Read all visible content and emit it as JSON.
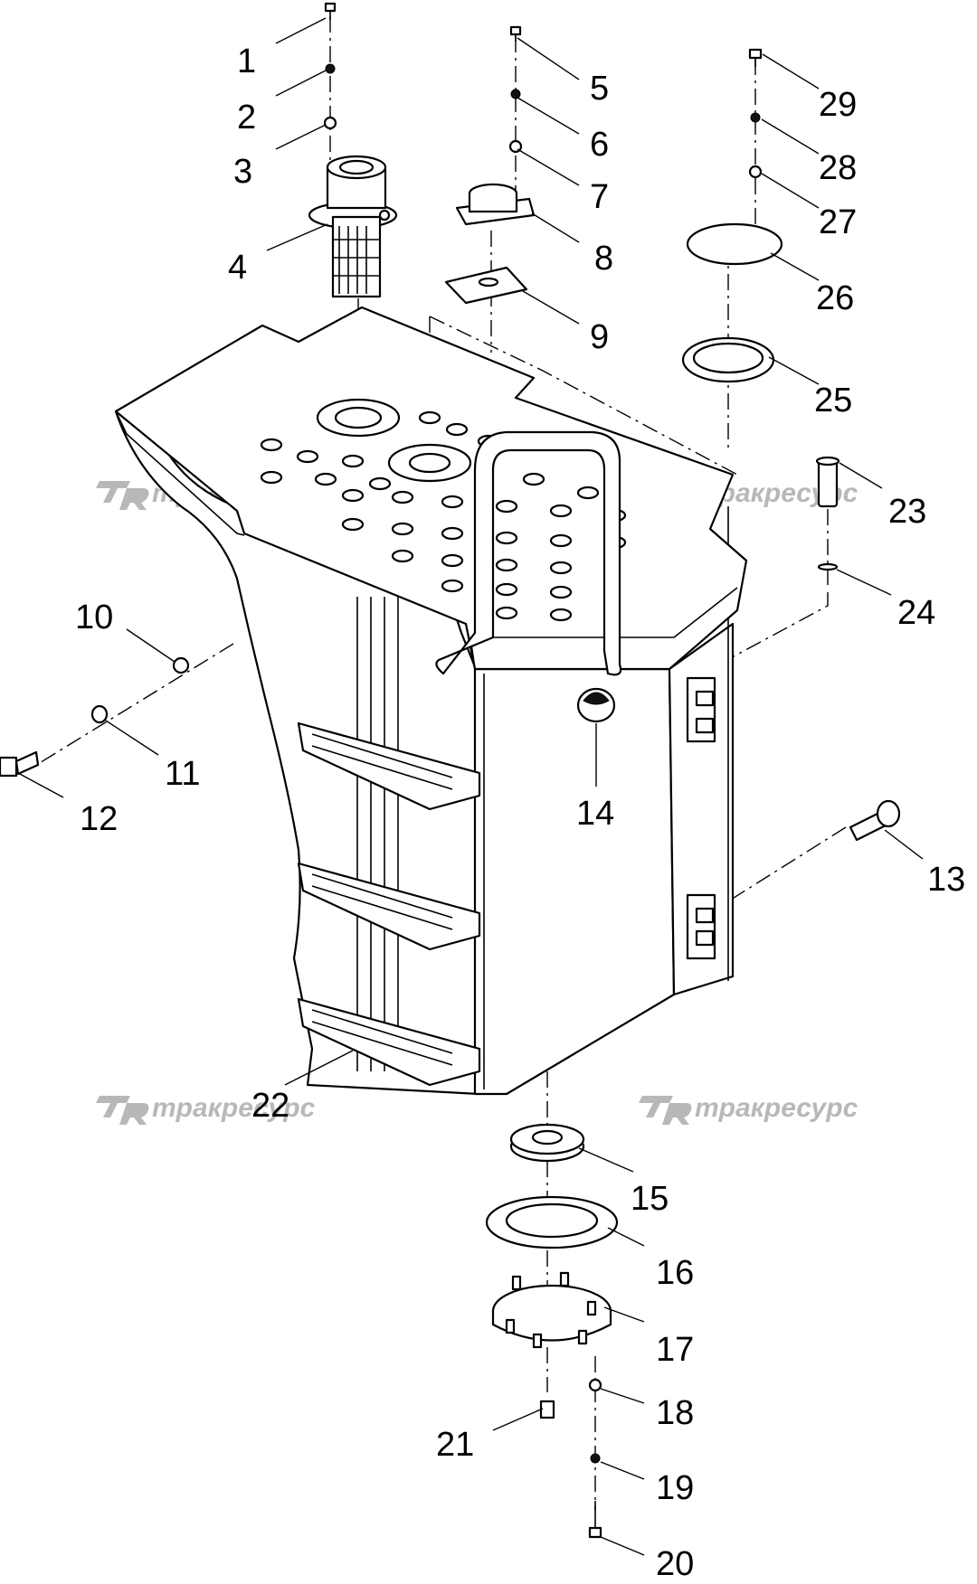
{
  "watermark": {
    "text": "тракресурс",
    "logo": "TR"
  },
  "callouts": [
    "1",
    "2",
    "3",
    "4",
    "5",
    "6",
    "7",
    "8",
    "9",
    "10",
    "11",
    "12",
    "13",
    "14",
    "15",
    "16",
    "17",
    "18",
    "19",
    "20",
    "21",
    "22",
    "23",
    "24",
    "25",
    "26",
    "27",
    "28",
    "29"
  ],
  "icons": {
    "watermark_logo": "tr-logo-icon"
  }
}
